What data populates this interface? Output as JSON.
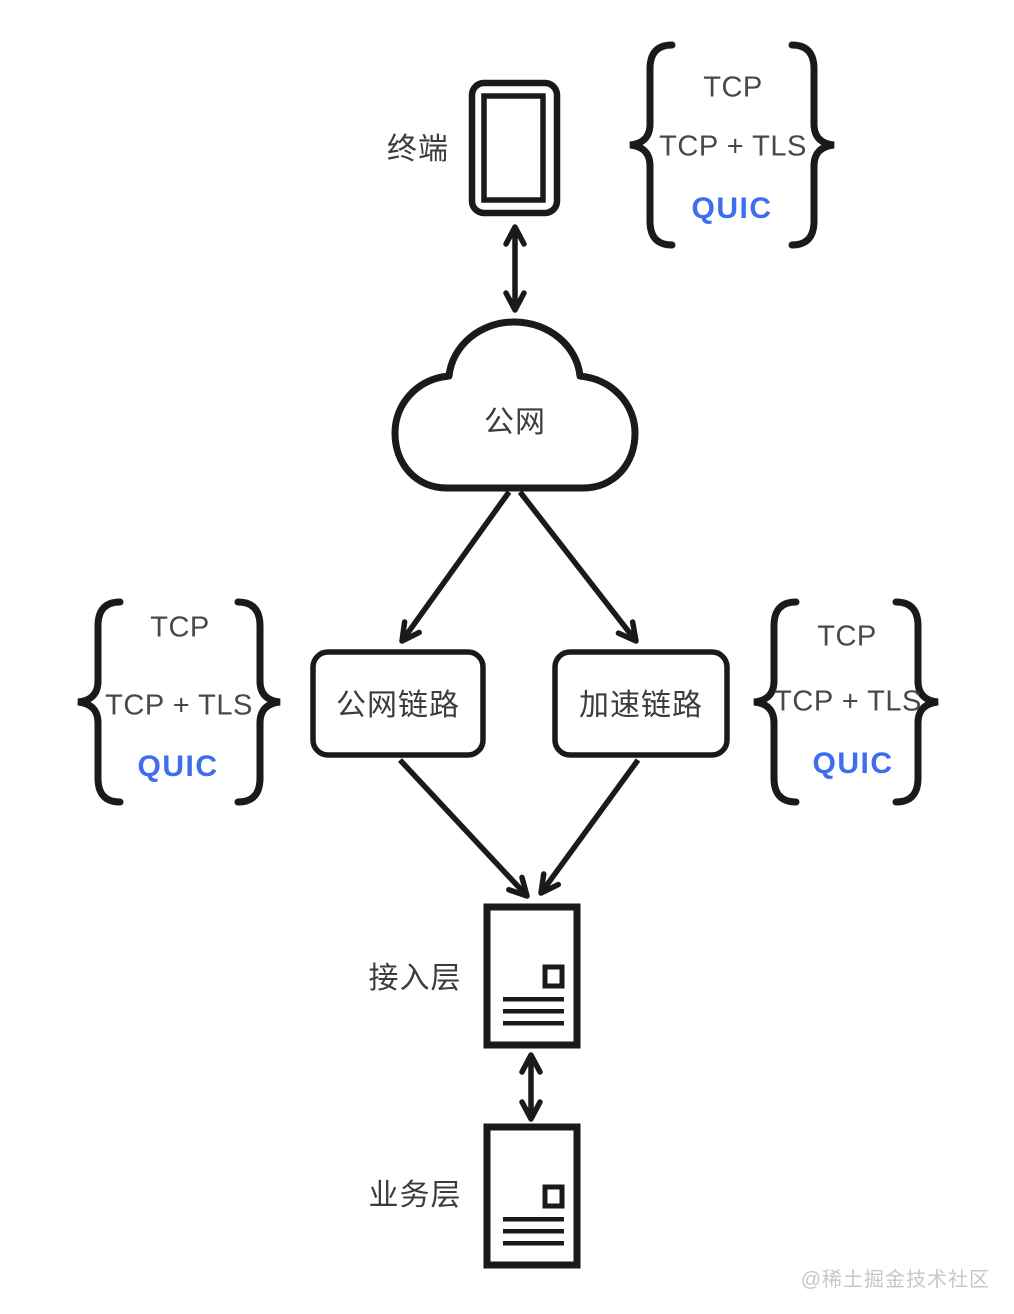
{
  "nodes": {
    "terminal": {
      "label": "终端",
      "icon": "phone-icon"
    },
    "public_network": {
      "label": "公网",
      "icon": "cloud-icon"
    },
    "public_link": {
      "label": "公网链路"
    },
    "accelerated_link": {
      "label": "加速链路"
    },
    "access_layer": {
      "label": "接入层",
      "icon": "server-doc-icon"
    },
    "business_layer": {
      "label": "业务层",
      "icon": "server-doc-icon"
    }
  },
  "protocols": {
    "tcp": "TCP",
    "tcp_tls": "TCP + TLS",
    "quic": "QUIC"
  },
  "protocol_groups": [
    "top-right-of-terminal",
    "left-of-public-link",
    "right-of-accelerated-link"
  ],
  "watermark": "@稀土掘金技术社区",
  "colors": {
    "line": "#1a1a1a",
    "label_text": "#3c3c40",
    "protocol_text": "#48484c",
    "quic_blue": "#3d6eee",
    "watermark_gray": "#c7c7cb",
    "background": "#ffffff"
  }
}
